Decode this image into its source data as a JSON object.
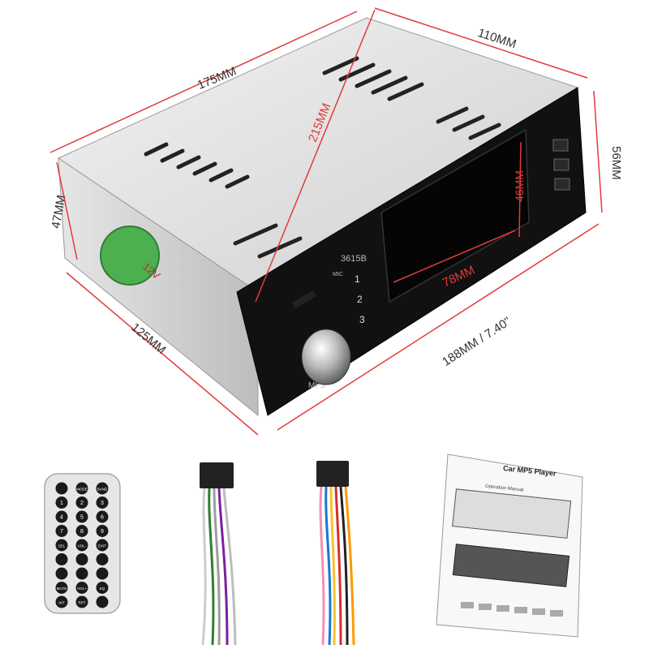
{
  "dimensions": {
    "depth_top": "175MM",
    "width_top": "110MM",
    "diagonal": "215MM",
    "height_left": "47MM",
    "height_right": "56MM",
    "depth_bottom": "125MM",
    "front_width": "188MM / 7.40''",
    "screen_width": "78MM",
    "screen_height": "46MM"
  },
  "unit": {
    "model": "3615B",
    "label_mic": "MIC",
    "voltage": "12V",
    "brand": "MP5",
    "keys": [
      "1",
      "2",
      "3"
    ]
  },
  "remote": {
    "keys": [
      "",
      "MODE",
      "BAND",
      "1",
      "2",
      "3",
      "4",
      "5",
      "6",
      "7",
      "8",
      "9",
      "SEL",
      "VOL-",
      "EXIT",
      "",
      "",
      "",
      "",
      "",
      "",
      "MUTE",
      "VOL+",
      "EQ",
      "INT",
      "RPT",
      ""
    ]
  },
  "manual": {
    "title": "Car MP5 Player",
    "subtitle": "Operation Manual"
  },
  "colors": {
    "dimension": "#e23b3b",
    "body_metal": "#d9d9d9",
    "faceplate": "#111111"
  }
}
